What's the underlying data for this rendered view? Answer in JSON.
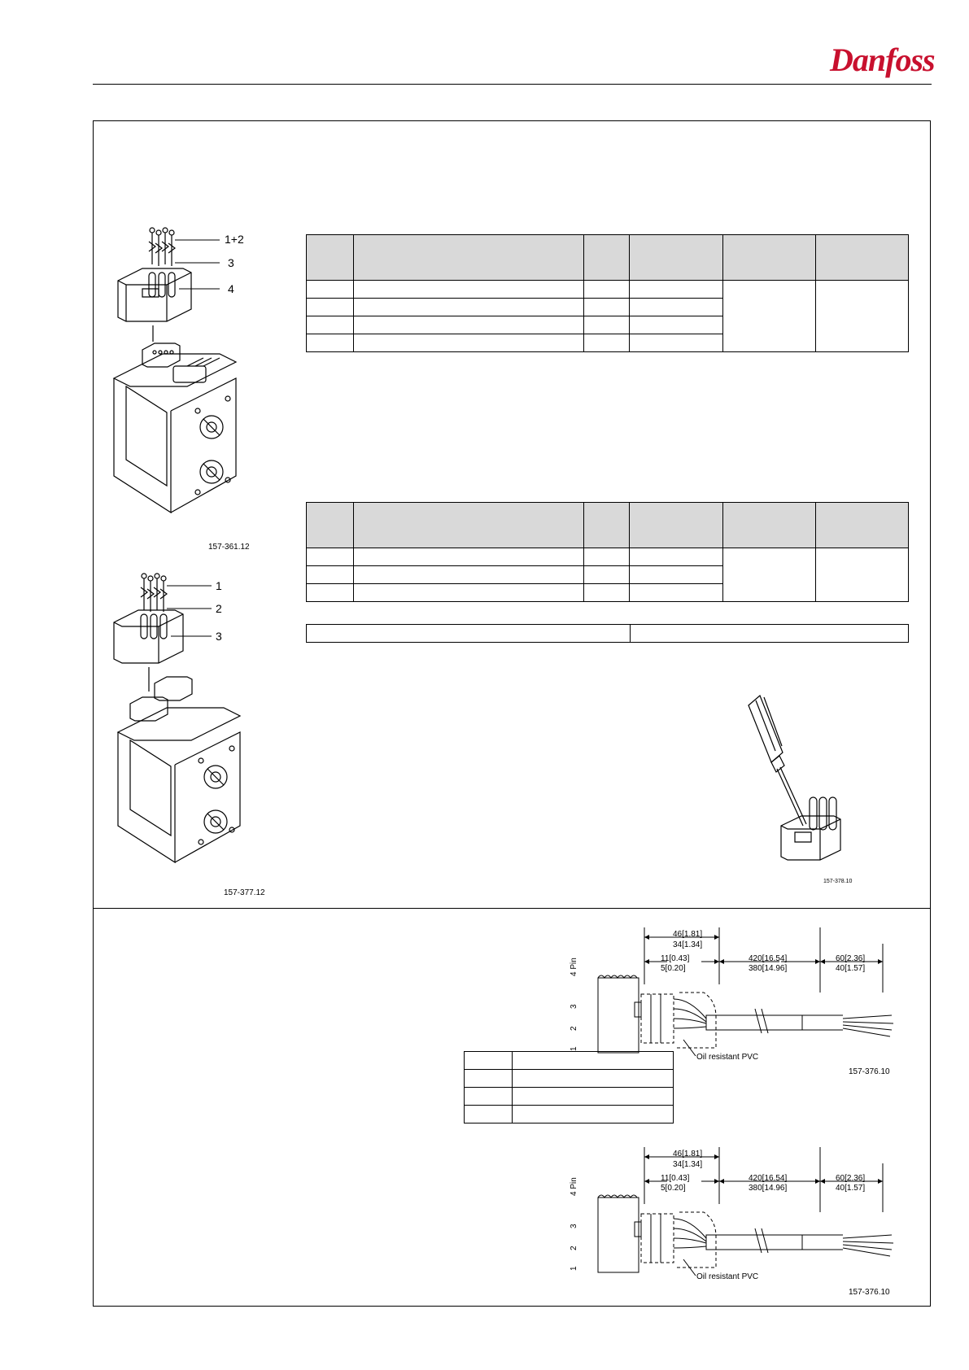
{
  "brand": {
    "logo_text": "Danfoss"
  },
  "upper_figure": {
    "callouts": [
      "1+2",
      "3",
      "4"
    ],
    "caption": "157-361.12"
  },
  "lower_figure": {
    "callouts": [
      "1",
      "2",
      "3"
    ],
    "caption": "157-377.12"
  },
  "screwdriver_figure": {
    "caption": "157-378.10"
  },
  "drawing_1": {
    "dims": [
      "46[1.81]",
      "34[1.34]",
      "11[0.43]",
      "5[0.20]",
      "420[16.54]",
      "380[14.96]",
      "60[2.36]",
      "40[1.57]"
    ],
    "pins": [
      "4 Pin",
      "3",
      "2",
      "1"
    ],
    "material_note": "Oil resistant PVC",
    "caption": "157-376.10"
  },
  "drawing_2": {
    "dims": [
      "46[1.81]",
      "34[1.34]",
      "11[0.43]",
      "5[0.20]",
      "420[16.54]",
      "380[14.96]",
      "60[2.36]",
      "40[1.57]"
    ],
    "pins": [
      "4 Pin",
      "3",
      "2",
      "1"
    ],
    "material_note": "Oil resistant PVC",
    "caption": "157-376.10"
  }
}
